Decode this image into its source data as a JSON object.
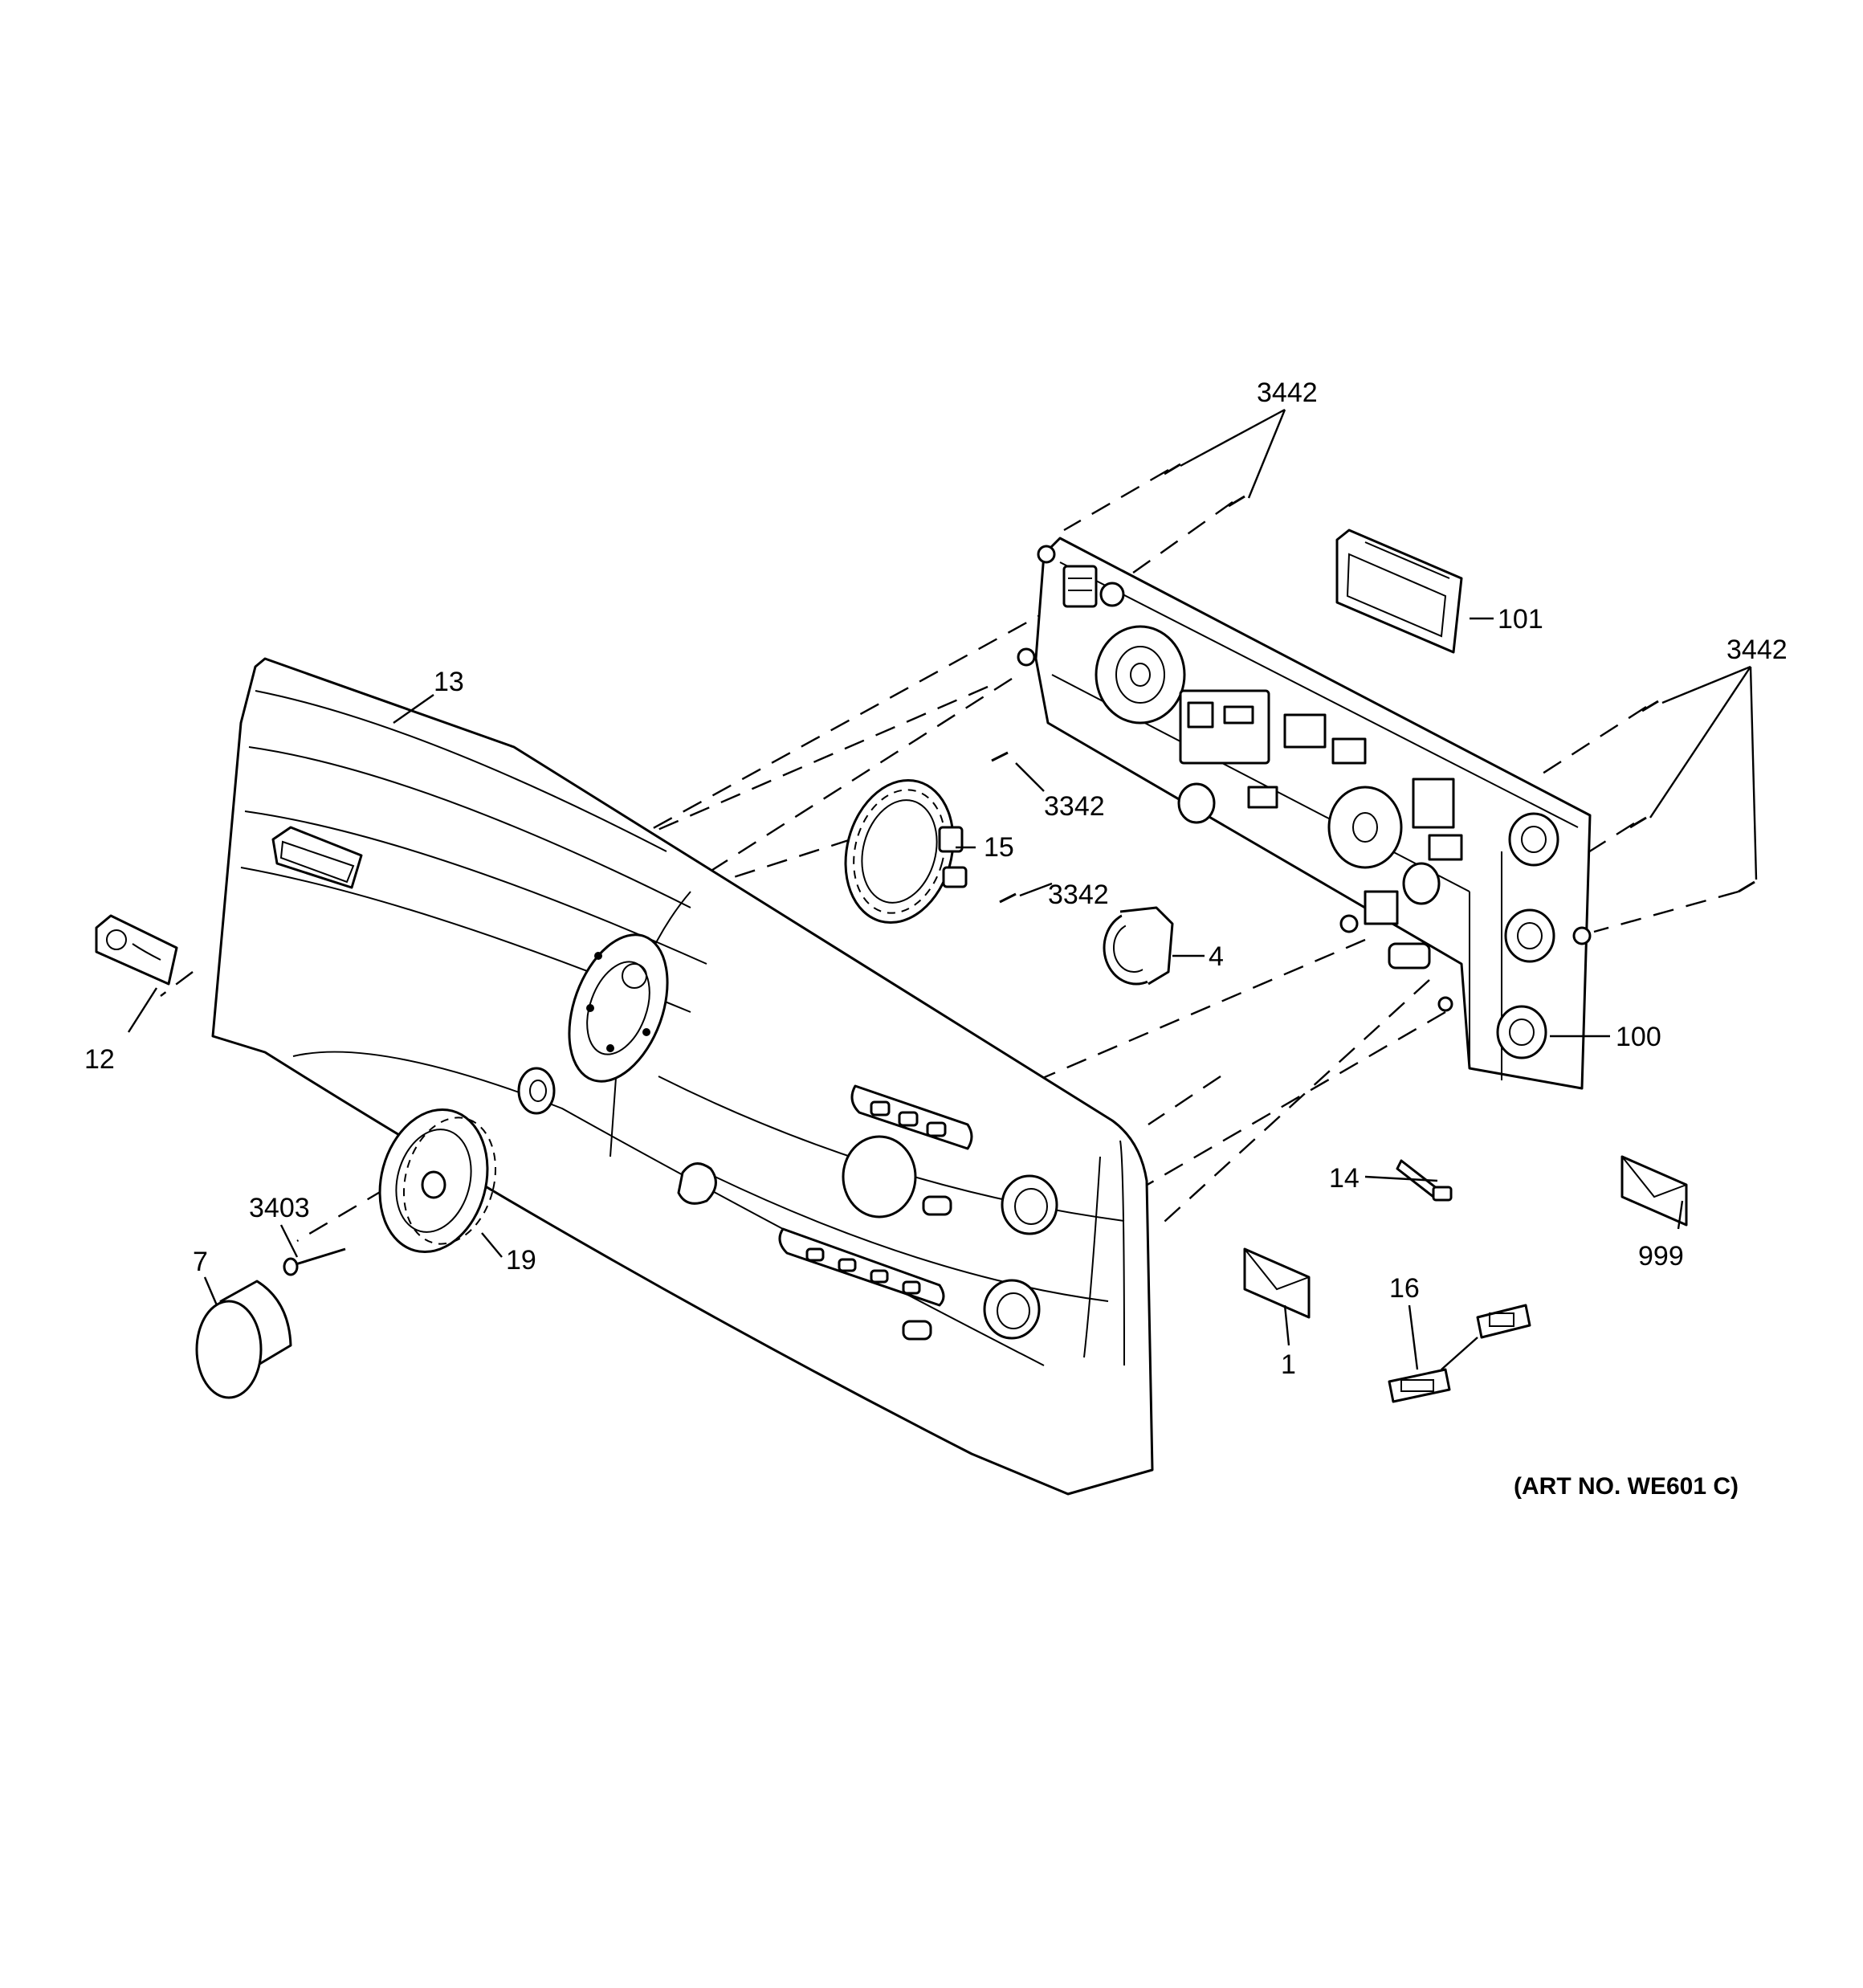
{
  "diagram": {
    "callouts": {
      "c3442_top": "3442",
      "c101": "101",
      "c3442_right": "3442",
      "c13": "13",
      "c3342_a": "3342",
      "c15": "15",
      "c3342_b": "3342",
      "c4": "4",
      "c100": "100",
      "c12": "12",
      "c3403": "3403",
      "c19": "19",
      "c7": "7",
      "c14": "14",
      "c999": "999",
      "c16": "16",
      "c1": "1"
    },
    "art_number": "(ART NO. WE601 C)"
  }
}
